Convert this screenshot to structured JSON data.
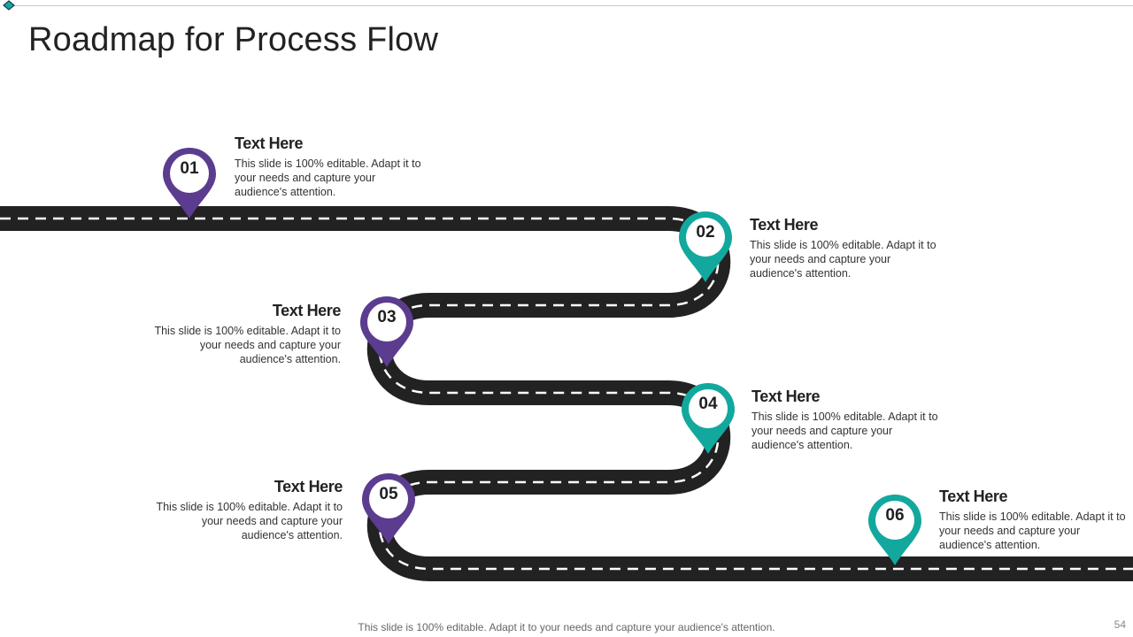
{
  "slide": {
    "title": "Roadmap for Process Flow",
    "footer": "This slide is 100% editable. Adapt it to your needs and capture your audience's attention.",
    "page_number": "54"
  },
  "colors": {
    "purple": "#5b3c8f",
    "teal": "#13a89e",
    "road": "#222222",
    "dash": "#ffffff"
  },
  "steps": [
    {
      "number": "01",
      "color": "purple",
      "heading": "Text Here",
      "body": "This slide is 100% editable. Adapt it to your needs and capture your audience's attention."
    },
    {
      "number": "02",
      "color": "teal",
      "heading": "Text Here",
      "body": "This slide is 100% editable. Adapt it to your needs and capture your audience's attention."
    },
    {
      "number": "03",
      "color": "purple",
      "heading": "Text Here",
      "body": "This slide is 100% editable. Adapt it to your needs and capture your audience's attention."
    },
    {
      "number": "04",
      "color": "teal",
      "heading": "Text Here",
      "body": "This slide is 100% editable. Adapt it to your needs and capture your audience's attention."
    },
    {
      "number": "05",
      "color": "purple",
      "heading": "Text Here",
      "body": "This slide is 100% editable. Adapt it to your needs and capture your audience's attention."
    },
    {
      "number": "06",
      "color": "teal",
      "heading": "Text Here",
      "body": "This slide is 100% editable. Adapt it to your needs and capture your audience's attention."
    }
  ]
}
